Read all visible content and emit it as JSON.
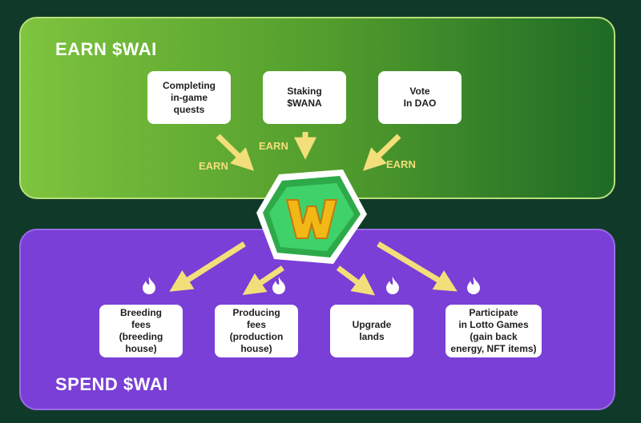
{
  "earn": {
    "title": "EARN $WAI",
    "boxes": [
      "Completing\nin-game\nquests",
      "Staking\n$WANA",
      "Vote\nIn DAO"
    ],
    "arrow_label": "EARN"
  },
  "spend": {
    "title": "SPEND $WAI",
    "boxes": [
      "Breeding\nfees\n(breeding\nhouse)",
      "Producing\nfees\n(production\nhouse)",
      "Upgrade\nlands",
      "Participate\nin Lotto Games\n(gain back\nenergy, NFT items)"
    ]
  },
  "token": {
    "letter": "W",
    "icon": "wai-token-icon"
  },
  "colors": {
    "background": "#0f3a2a",
    "earn_panel": "#5fae34",
    "spend_panel": "#7a3fd6",
    "arrow": "#f3df7a",
    "flame": "#ffffff"
  }
}
